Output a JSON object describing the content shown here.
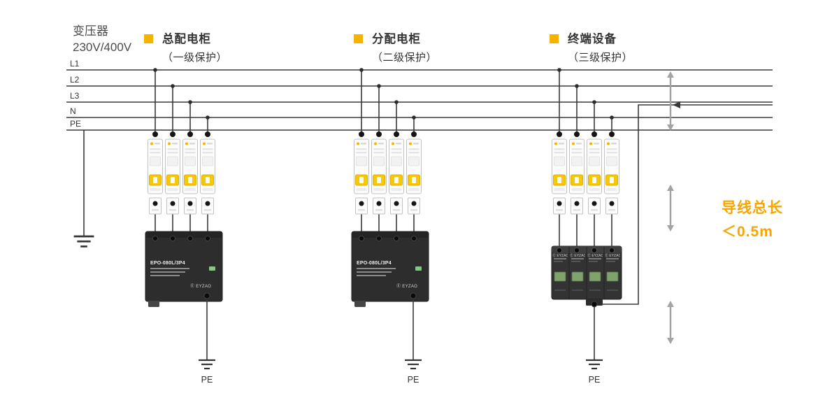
{
  "header": {
    "transformer": {
      "line1": "变压器",
      "line2": "230V/400V"
    },
    "stages": [
      {
        "title": "总配电柜",
        "subtitle": "（一级保护）"
      },
      {
        "title": "分配电柜",
        "subtitle": "（二级保护）"
      },
      {
        "title": "终端设备",
        "subtitle": "（三级保护）"
      }
    ]
  },
  "bus": {
    "labels": [
      "L1",
      "L2",
      "L3",
      "N",
      "PE"
    ]
  },
  "devices": {
    "spd_model": "EPO-080L/3P4",
    "brand_badge": "Ⓔ EYZAO"
  },
  "grounds": {
    "pe_labels": [
      "PE",
      "PE",
      "PE"
    ]
  },
  "annotation": {
    "line1": "导线总长",
    "line2": "＜0.5m"
  },
  "colors": {
    "accent": "#F5B301",
    "annotation_text": "#F7A600",
    "wire": "#3A3A3A",
    "arrow": "#A3A3A3",
    "spd_body": "#2D2D2D",
    "spd3_body": "#333333",
    "led_green": "#86C786"
  }
}
